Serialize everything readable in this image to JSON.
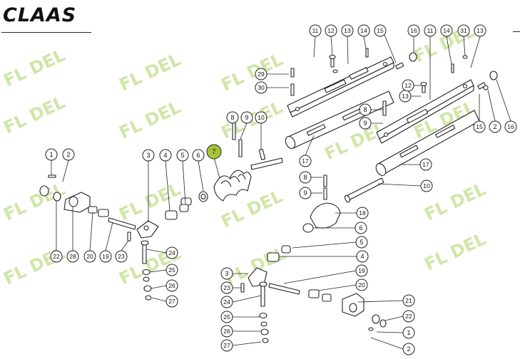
{
  "brand": "CLAAS",
  "watermark_text": "FL DEL",
  "colors": {
    "line": "#222222",
    "callout_fill": "#ffffff",
    "callout_highlight": "#a4c43a",
    "watermark": "#cfe6a8"
  },
  "callouts": [
    {
      "id": "c-11a",
      "label": "11",
      "highlight": false
    },
    {
      "id": "c-12a",
      "label": "12",
      "highlight": false
    },
    {
      "id": "c-13a",
      "label": "13",
      "highlight": false
    },
    {
      "id": "c-14a",
      "label": "14",
      "highlight": false
    },
    {
      "id": "c-15a",
      "label": "15",
      "highlight": false
    },
    {
      "id": "c-16a",
      "label": "16",
      "highlight": false
    },
    {
      "id": "c-11b",
      "label": "11",
      "highlight": false
    },
    {
      "id": "c-14b",
      "label": "14",
      "highlight": false
    },
    {
      "id": "c-31",
      "label": "31",
      "highlight": false
    },
    {
      "id": "c-13b",
      "label": "13",
      "highlight": false
    },
    {
      "id": "c-29",
      "label": "29",
      "highlight": false
    },
    {
      "id": "c-30",
      "label": "30",
      "highlight": false
    },
    {
      "id": "c-12b",
      "label": "12",
      "highlight": false
    },
    {
      "id": "c-13c",
      "label": "13",
      "highlight": false
    },
    {
      "id": "c-8a",
      "label": "8",
      "highlight": false
    },
    {
      "id": "c-9a",
      "label": "9",
      "highlight": false
    },
    {
      "id": "c-10a",
      "label": "10",
      "highlight": false
    },
    {
      "id": "c-8b",
      "label": "8",
      "highlight": false
    },
    {
      "id": "c-9b",
      "label": "9",
      "highlight": false
    },
    {
      "id": "c-15b",
      "label": "15",
      "highlight": false
    },
    {
      "id": "c-2a",
      "label": "2",
      "highlight": false
    },
    {
      "id": "c-16b",
      "label": "16",
      "highlight": false
    },
    {
      "id": "c-17a",
      "label": "17",
      "highlight": false
    },
    {
      "id": "c-17b",
      "label": "17",
      "highlight": false
    },
    {
      "id": "c-1a",
      "label": "1",
      "highlight": false
    },
    {
      "id": "c-2b",
      "label": "2",
      "highlight": false
    },
    {
      "id": "c-3a",
      "label": "3",
      "highlight": false
    },
    {
      "id": "c-4a",
      "label": "4",
      "highlight": false
    },
    {
      "id": "c-5a",
      "label": "5",
      "highlight": false
    },
    {
      "id": "c-6a",
      "label": "6",
      "highlight": false
    },
    {
      "id": "c-7",
      "label": "7",
      "highlight": true
    },
    {
      "id": "c-8c",
      "label": "8",
      "highlight": false
    },
    {
      "id": "c-9c",
      "label": "9",
      "highlight": false
    },
    {
      "id": "c-10b",
      "label": "10",
      "highlight": false
    },
    {
      "id": "c-18",
      "label": "18",
      "highlight": false
    },
    {
      "id": "c-6b",
      "label": "6",
      "highlight": false
    },
    {
      "id": "c-5b",
      "label": "5",
      "highlight": false
    },
    {
      "id": "c-4b",
      "label": "4",
      "highlight": false
    },
    {
      "id": "c-22a",
      "label": "22",
      "highlight": false
    },
    {
      "id": "c-28",
      "label": "28",
      "highlight": false
    },
    {
      "id": "c-20a",
      "label": "20",
      "highlight": false
    },
    {
      "id": "c-19a",
      "label": "19",
      "highlight": false
    },
    {
      "id": "c-23a",
      "label": "23",
      "highlight": false
    },
    {
      "id": "c-24a",
      "label": "24",
      "highlight": false
    },
    {
      "id": "c-25a",
      "label": "25",
      "highlight": false
    },
    {
      "id": "c-26a",
      "label": "26",
      "highlight": false
    },
    {
      "id": "c-27a",
      "label": "27",
      "highlight": false
    },
    {
      "id": "c-3b",
      "label": "3",
      "highlight": false
    },
    {
      "id": "c-23b",
      "label": "23",
      "highlight": false
    },
    {
      "id": "c-24b",
      "label": "24",
      "highlight": false
    },
    {
      "id": "c-19b",
      "label": "19",
      "highlight": false
    },
    {
      "id": "c-20b",
      "label": "20",
      "highlight": false
    },
    {
      "id": "c-21",
      "label": "21",
      "highlight": false
    },
    {
      "id": "c-22b",
      "label": "22",
      "highlight": false
    },
    {
      "id": "c-1b",
      "label": "1",
      "highlight": false
    },
    {
      "id": "c-2c",
      "label": "2",
      "highlight": false
    },
    {
      "id": "c-25b",
      "label": "25",
      "highlight": false
    },
    {
      "id": "c-26b",
      "label": "26",
      "highlight": false
    },
    {
      "id": "c-27b",
      "label": "27",
      "highlight": false
    }
  ]
}
